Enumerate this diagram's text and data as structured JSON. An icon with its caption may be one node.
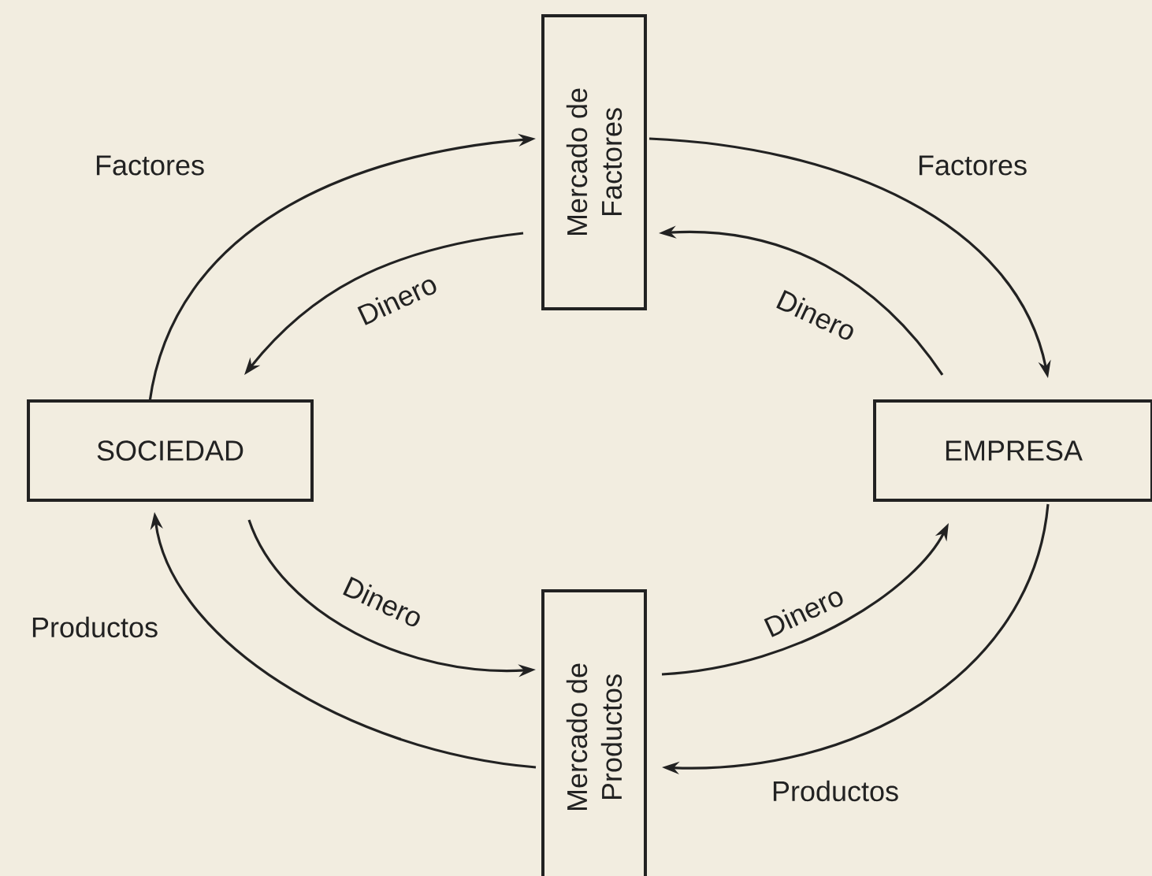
{
  "diagram": {
    "nodes": [
      {
        "text": [
          "Mercado de Factores"
        ]
      },
      {
        "text": [
          "SOCIEDAD"
        ]
      },
      {
        "text": [
          "EMPRESA"
        ]
      },
      {
        "text": [
          "Mercado de Productos"
        ]
      }
    ],
    "edges": [
      {
        "from": 1,
        "to": 0,
        "arrow": "to",
        "label": "Factores"
      },
      {
        "from": 0,
        "to": 1,
        "arrow": "to",
        "label": "Dinero"
      },
      {
        "from": 0,
        "to": 2,
        "arrow": "to",
        "label": "Factores"
      },
      {
        "from": 2,
        "to": 0,
        "arrow": "to",
        "label": "Dinero"
      },
      {
        "from": 1,
        "to": 3,
        "arrow": "to",
        "label": "Dinero"
      },
      {
        "from": 3,
        "to": 1,
        "arrow": "to",
        "label": "Productos"
      },
      {
        "from": 3,
        "to": 2,
        "arrow": "to",
        "label": "Dinero"
      },
      {
        "from": 2,
        "to": 3,
        "arrow": "to",
        "label": "Productos"
      }
    ]
  }
}
